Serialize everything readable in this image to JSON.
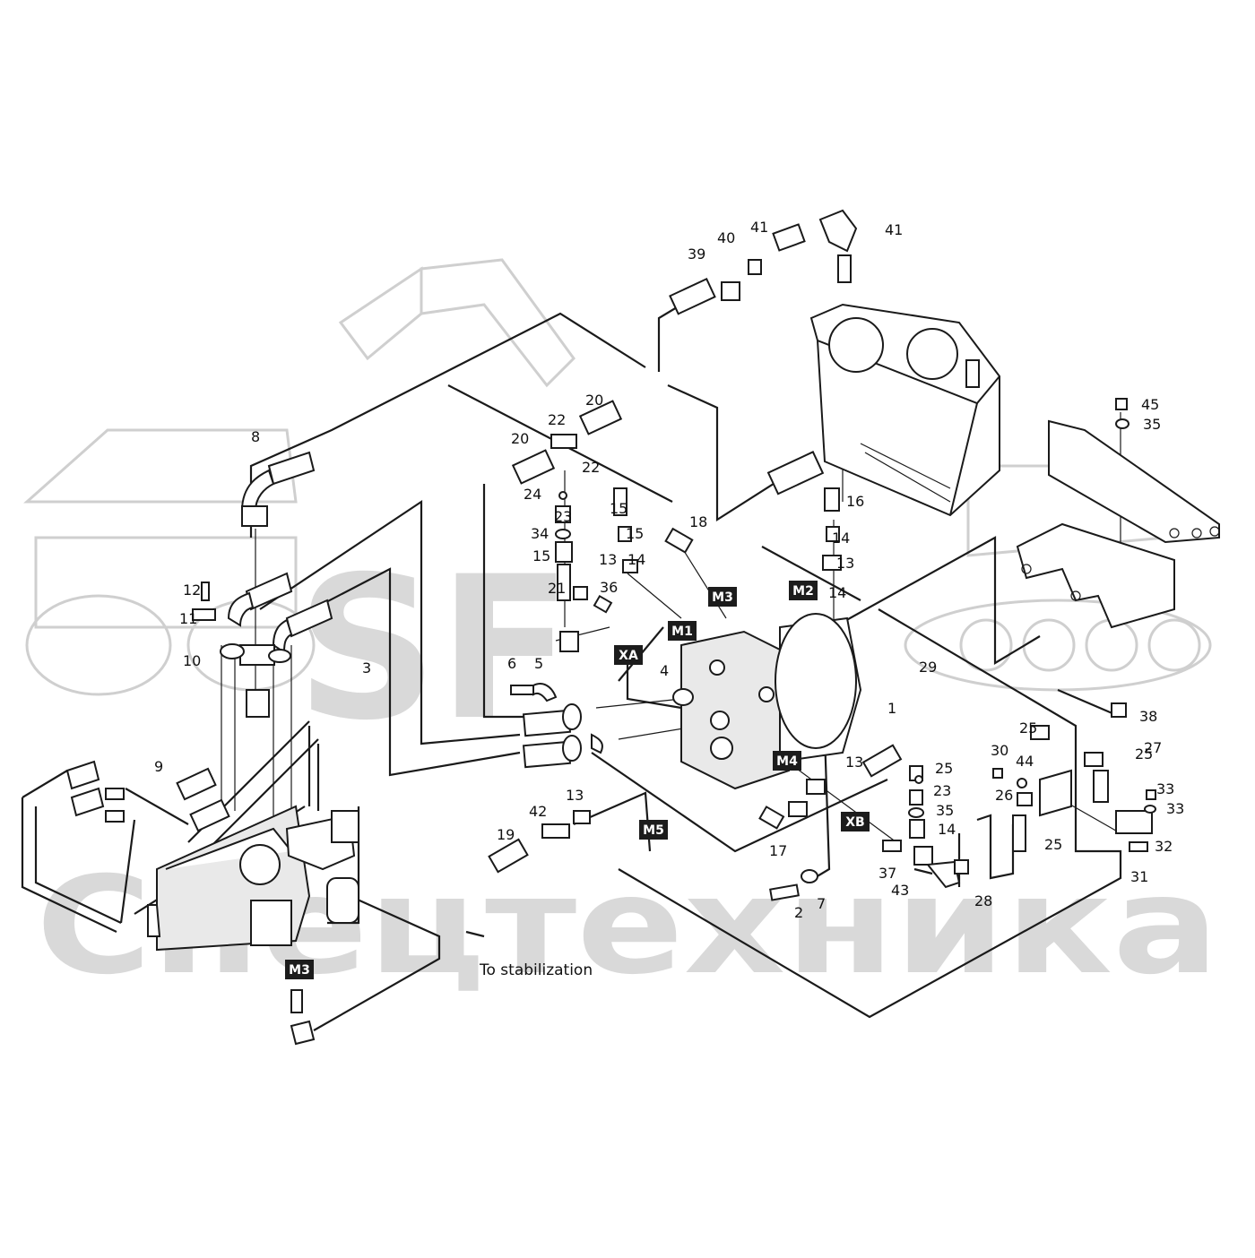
{
  "watermark": {
    "brand": "SF",
    "company": "Спецтехника"
  },
  "note": "To stabilization",
  "markers": [
    "M1",
    "M2",
    "M3",
    "M3",
    "M4",
    "M5",
    "XA",
    "XB"
  ],
  "callouts": [
    "1",
    "2",
    "3",
    "4",
    "5",
    "6",
    "7",
    "8",
    "9",
    "10",
    "11",
    "12",
    "13",
    "13",
    "13",
    "13",
    "14",
    "14",
    "14",
    "14",
    "15",
    "15",
    "15",
    "16",
    "17",
    "18",
    "19",
    "20",
    "20",
    "21",
    "22",
    "22",
    "23",
    "23",
    "24",
    "25",
    "25",
    "25",
    "25",
    "26",
    "27",
    "28",
    "29",
    "30",
    "31",
    "32",
    "33",
    "33",
    "34",
    "35",
    "35",
    "36",
    "37",
    "38",
    "39",
    "40",
    "41",
    "41",
    "42",
    "43",
    "44",
    "45"
  ],
  "colors": {
    "line": "#1a1a1a",
    "watermark": "#d9d9d9",
    "tag": "#1c1c1c"
  }
}
